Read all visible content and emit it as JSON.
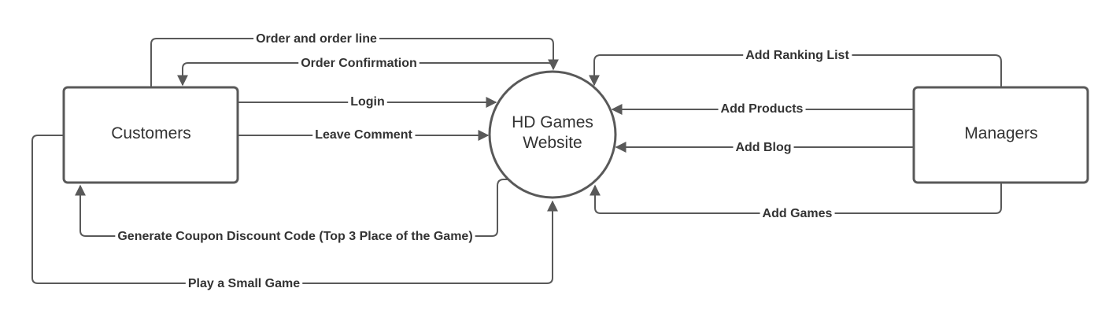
{
  "colors": {
    "stroke": "#595959",
    "text": "#333333",
    "background": "#ffffff"
  },
  "nodes": {
    "customers": "Customers",
    "website_line1": "HD Games",
    "website_line2": "Website",
    "managers": "Managers"
  },
  "edges": {
    "order_and_order_line": "Order and order line",
    "order_confirmation": "Order Confirmation",
    "login": "Login",
    "leave_comment": "Leave Comment",
    "generate_coupon": "Generate Coupon Discount Code (Top 3 Place of the Game)",
    "play_small_game": "Play a Small Game",
    "add_ranking_list": "Add Ranking List",
    "add_products": "Add Products",
    "add_blog": "Add Blog",
    "add_games": "Add Games"
  }
}
